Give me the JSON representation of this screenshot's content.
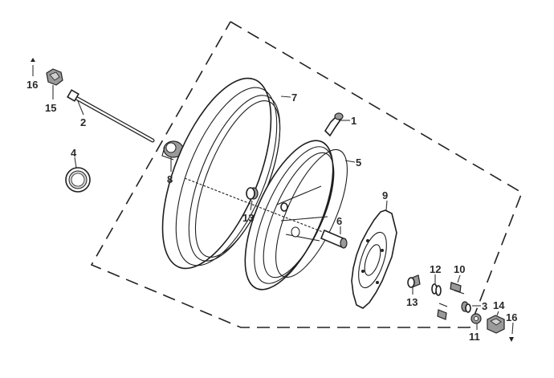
{
  "callouts": [
    {
      "id": "c1",
      "label": "1"
    },
    {
      "id": "c2",
      "label": "2"
    },
    {
      "id": "c3",
      "label": "3"
    },
    {
      "id": "c4",
      "label": "4"
    },
    {
      "id": "c5",
      "label": "5"
    },
    {
      "id": "c6",
      "label": "6"
    },
    {
      "id": "c7",
      "label": "7"
    },
    {
      "id": "c8",
      "label": "8"
    },
    {
      "id": "c9",
      "label": "9"
    },
    {
      "id": "c10",
      "label": "10"
    },
    {
      "id": "c11",
      "label": "11"
    },
    {
      "id": "c12",
      "label": "12"
    },
    {
      "id": "c13a",
      "label": "13"
    },
    {
      "id": "c13b",
      "label": "13"
    },
    {
      "id": "c14",
      "label": "14"
    },
    {
      "id": "c15",
      "label": "15"
    },
    {
      "id": "c16a",
      "label": "16"
    },
    {
      "id": "c16b",
      "label": "16"
    }
  ]
}
